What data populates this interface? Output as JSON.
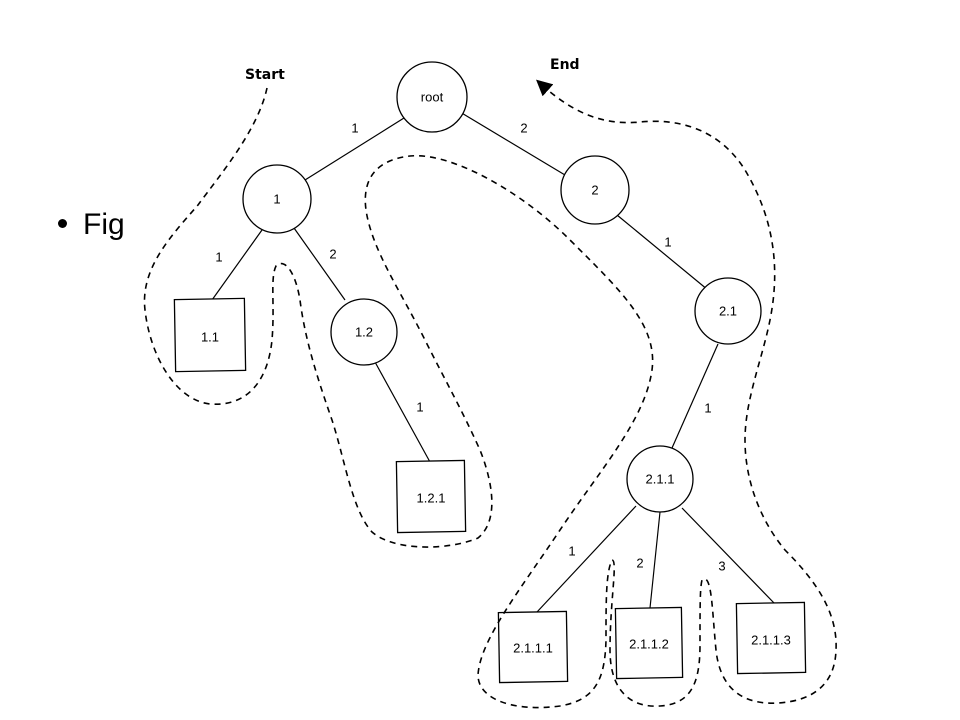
{
  "bullet_text": "Fig",
  "start_label": "Start",
  "end_label": "End",
  "nodes": {
    "root": "root",
    "n1": "1",
    "n2": "2",
    "n11": "1.1",
    "n12": "1.2",
    "n121": "1.2.1",
    "n21": "2.1",
    "n211": "2.1.1",
    "n2111": "2.1.1.1",
    "n2112": "2.1.1.2",
    "n2113": "2.1.1.3"
  },
  "edges": {
    "root_1": "1",
    "root_2": "2",
    "n1_11": "1",
    "n1_12": "2",
    "n12_121": "1",
    "n2_21": "1",
    "n21_211": "1",
    "n211_2111": "1",
    "n211_2112": "2",
    "n211_2113": "3"
  }
}
